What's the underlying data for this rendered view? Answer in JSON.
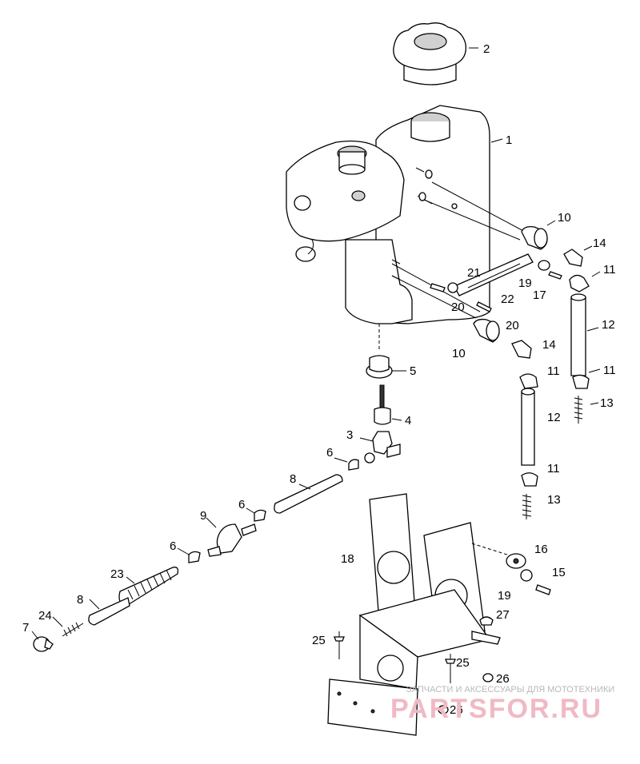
{
  "callouts": {
    "p1": "1",
    "p2": "2",
    "p3": "3",
    "p4": "4",
    "p5": "5",
    "p6a": "6",
    "p6b": "6",
    "p6c": "6",
    "p7": "7",
    "p8a": "8",
    "p8b": "8",
    "p9": "9",
    "p10a": "10",
    "p10b": "10",
    "p11a": "11",
    "p11b": "11",
    "p11c": "11",
    "p11d": "11",
    "p12a": "12",
    "p12b": "12",
    "p13a": "13",
    "p13b": "13",
    "p14a": "14",
    "p14b": "14",
    "p15": "15",
    "p16": "16",
    "p17": "17",
    "p18": "18",
    "p19a": "19",
    "p19b": "19",
    "p20a": "20",
    "p20b": "20",
    "p21": "21",
    "p22": "22",
    "p23": "23",
    "p24": "24",
    "p25a": "25",
    "p25b": "25",
    "p26a": "26",
    "p26b": "26",
    "p27": "27"
  },
  "watermark": {
    "tagline": "ЗАПЧАСТИ И АКСЕССУАРЫ ДЛЯ МОТОТЕХНИКИ",
    "brand": "PARTSFOR.RU"
  }
}
